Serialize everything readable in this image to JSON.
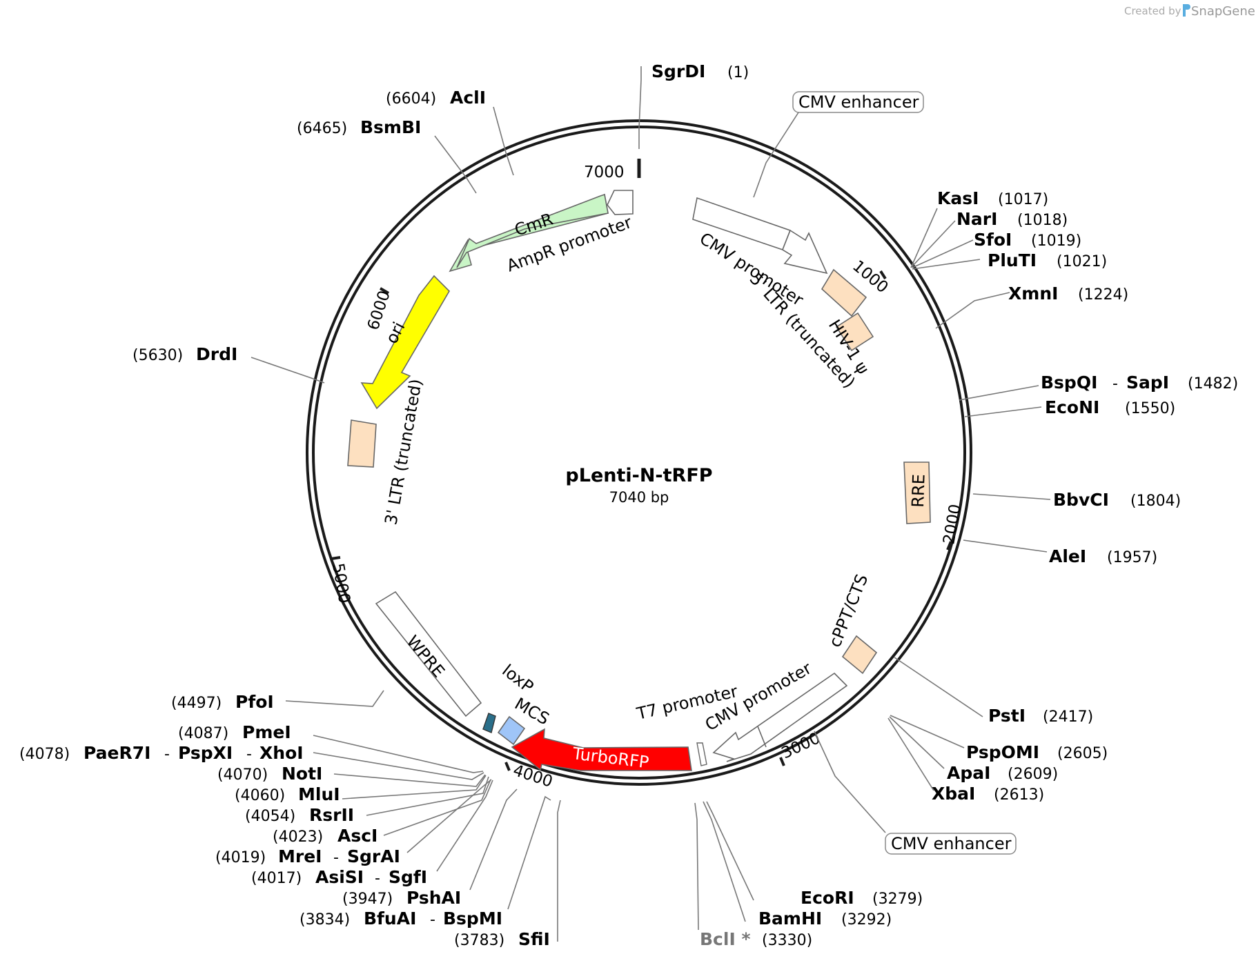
{
  "watermark": {
    "prefix": "Created by",
    "brand": "SnapGene"
  },
  "plasmid": {
    "name": "pLenti-N-tRFP",
    "size": "7040 bp"
  },
  "ticks": [
    "1000",
    "2000",
    "3000",
    "4000",
    "5000",
    "6000",
    "7000"
  ],
  "features": {
    "cmv_enhancer_top": "CMV enhancer",
    "cmv_promoter_top": "CMV promoter",
    "ltr5": "5' LTR (truncated)",
    "hiv_psi": "HIV-1 ψ",
    "rre": "RRE",
    "cppt": "cPPT/CTS",
    "cmv_promoter_bottom": "CMV promoter",
    "t7_promoter": "T7 promoter",
    "cmv_enhancer_bottom": "CMV enhancer",
    "turborfp": "TurboRFP",
    "mcs": "MCS",
    "loxp": "loxP",
    "wpre": "WPRE",
    "ltr3": "3' LTR (truncated)",
    "ori": "ori",
    "ampr_promoter": "AmpR promoter",
    "cmr": "CmR"
  },
  "enzymes": {
    "sgrdi": {
      "name": "SgrDI",
      "pos": "(1)"
    },
    "kasi": {
      "name": "KasI",
      "pos": "(1017)"
    },
    "nari": {
      "name": "NarI",
      "pos": "(1018)"
    },
    "sfoi": {
      "name": "SfoI",
      "pos": "(1019)"
    },
    "pluti": {
      "name": "PluTI",
      "pos": "(1021)"
    },
    "xmni": {
      "name": "XmnI",
      "pos": "(1224)"
    },
    "bspqi": {
      "name": "BspQI",
      "sep": "-",
      "name2": "SapI",
      "pos": "(1482)"
    },
    "econi": {
      "name": "EcoNI",
      "pos": "(1550)"
    },
    "bbvci": {
      "name": "BbvCI",
      "pos": "(1804)"
    },
    "alei": {
      "name": "AleI",
      "pos": "(1957)"
    },
    "psti": {
      "name": "PstI",
      "pos": "(2417)"
    },
    "pspomi": {
      "name": "PspOMI",
      "pos": "(2605)"
    },
    "apai": {
      "name": "ApaI",
      "pos": "(2609)"
    },
    "xbai": {
      "name": "XbaI",
      "pos": "(2613)"
    },
    "ecori": {
      "name": "EcoRI",
      "pos": "(3279)"
    },
    "bamhi": {
      "name": "BamHI",
      "pos": "(3292)"
    },
    "bcli": {
      "name": "BclI *",
      "pos": "(3330)"
    },
    "sfii": {
      "name": "SfiI",
      "pos": "(3783)"
    },
    "bfuai": {
      "name": "BfuAI",
      "sep": "-",
      "name2": "BspMI",
      "pos": "(3834)"
    },
    "pshai": {
      "name": "PshAI",
      "pos": "(3947)"
    },
    "asisi": {
      "name": "AsiSI",
      "sep": "-",
      "name2": "SgfI",
      "pos": "(4017)"
    },
    "mrei": {
      "name": "MreI",
      "sep": "-",
      "name2": "SgrAI",
      "pos": "(4019)"
    },
    "asci": {
      "name": "AscI",
      "pos": "(4023)"
    },
    "rsrii": {
      "name": "RsrII",
      "pos": "(4054)"
    },
    "mlui": {
      "name": "MluI",
      "pos": "(4060)"
    },
    "noti": {
      "name": "NotI",
      "pos": "(4070)"
    },
    "paer7i": {
      "name": "PaeR7I",
      "sep": "-",
      "name2": "PspXI",
      "sep2": "-",
      "name3": "XhoI",
      "pos": "(4078)"
    },
    "pmei": {
      "name": "PmeI",
      "pos": "(4087)"
    },
    "pfoi": {
      "name": "PfoI",
      "pos": "(4497)"
    },
    "drdi": {
      "name": "DrdI",
      "pos": "(5630)"
    },
    "bsmbi": {
      "name": "BsmBI",
      "pos": "(6465)"
    },
    "acli": {
      "name": "AclI",
      "pos": "(6604)"
    }
  },
  "colors": {
    "backbone": "#1a1a1a",
    "cmr": "#c9f5c6",
    "ori": "#ffff00",
    "ltr": "#fde0c0",
    "mcs": "#9fc5f8",
    "loxp": "#2a6f8a",
    "turborfp": "#ff0000",
    "leader": "#777777"
  }
}
